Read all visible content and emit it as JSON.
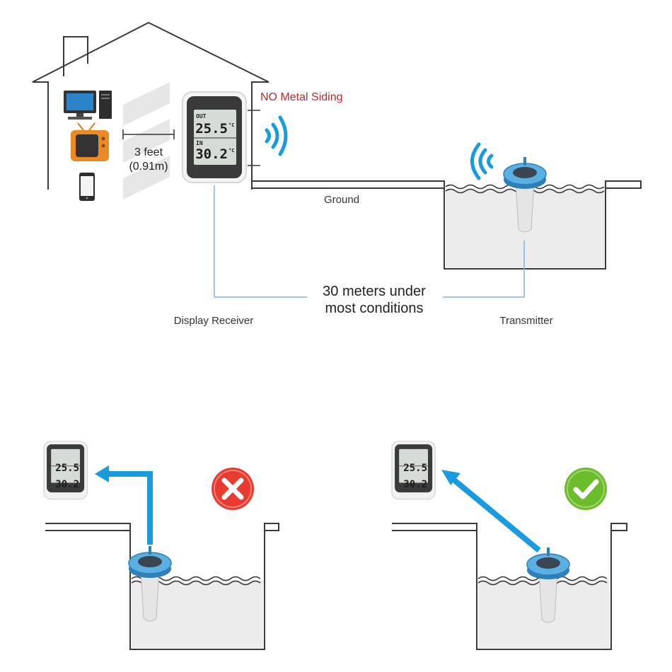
{
  "house": {
    "no_metal_siding": "NO Metal Siding",
    "distance_line1": "3 feet",
    "distance_line2": "(0.91m)"
  },
  "display": {
    "out_label": "OUT",
    "in_label": "IN",
    "out_temp": "25.5",
    "in_temp": "30.2",
    "unit": "°C",
    "small_out_temp": "25.5",
    "small_in_temp": "30.2"
  },
  "labels": {
    "ground": "Ground",
    "range_line1": "30 meters under",
    "range_line2": "most conditions",
    "display_receiver": "Display Receiver",
    "transmitter": "Transmitter"
  },
  "colors": {
    "signal_blue": "#1a9be0",
    "warning_red": "#e63b2e",
    "ok_green": "#6cbd2c",
    "label_red": "#c0282a",
    "leader_blue": "#7ab8dc"
  },
  "status": {
    "bad_icon": "cross-icon",
    "good_icon": "checkmark-icon"
  }
}
